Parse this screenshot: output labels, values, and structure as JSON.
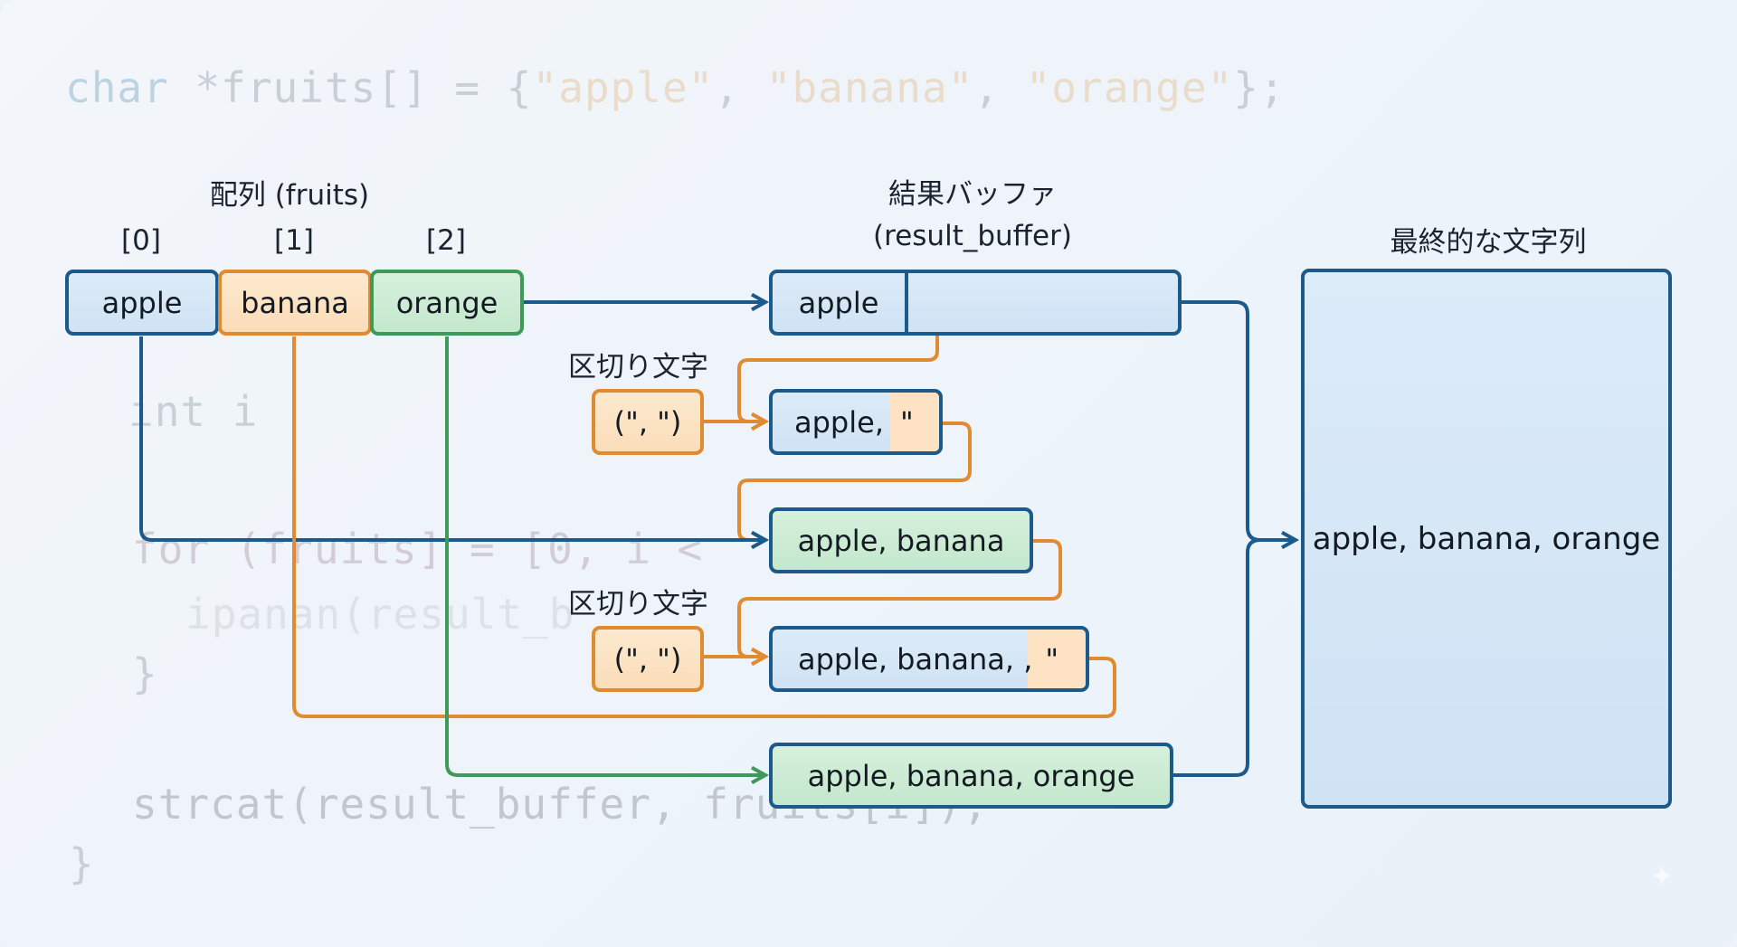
{
  "code": {
    "line1": {
      "kw": "char",
      "mid": " *fruits[] = {",
      "s1": "\"apple\"",
      "sep1": ", ",
      "s2": "\"banana\"",
      "sep2": ", ",
      "s3": "\"orange\"",
      "end": "};"
    },
    "line2": "int i",
    "line3": "for (fruits] = [0, i < ",
    "line4": "ipanan(result_b",
    "line5": "}",
    "line6": "strcat(result_buffer, fruits[i]);",
    "line7": "}"
  },
  "array": {
    "title": "配列 (fruits)",
    "items": [
      {
        "index": "[0]",
        "value": "apple",
        "color": "#1d5a8c"
      },
      {
        "index": "[1]",
        "value": "banana",
        "color": "#e08a32"
      },
      {
        "index": "[2]",
        "value": "orange",
        "color": "#3f9a5a"
      }
    ]
  },
  "buffer": {
    "title_line1": "結果バッファ",
    "title_line2": "(result_buffer)",
    "initial": "apple"
  },
  "delimiters": [
    {
      "label": "区切り文字",
      "value": "(\", \")"
    },
    {
      "label": "区切り文字",
      "value": "(\", \")"
    }
  ],
  "steps": [
    {
      "text": "apple,",
      "tail": "\""
    },
    {
      "text": "apple, banana",
      "tail": ""
    },
    {
      "text": "apple, banana, ,",
      "tail": "\""
    },
    {
      "text": "apple, banana, orange",
      "tail": ""
    }
  ],
  "result": {
    "title": "最終的な文字列",
    "value": "apple, banana, orange"
  },
  "colors": {
    "blue": "#1d5a8c",
    "orange": "#e08a32",
    "green": "#3f9a5a"
  },
  "watermark_icon": "sparkle-icon"
}
